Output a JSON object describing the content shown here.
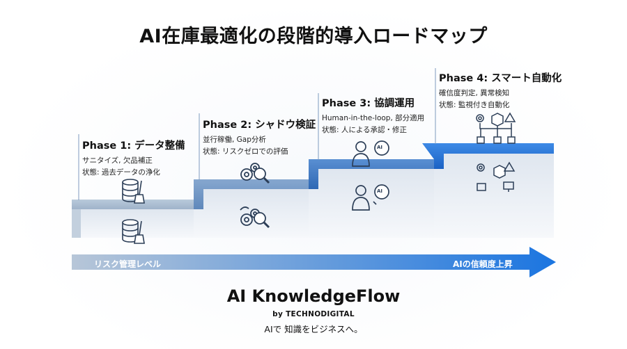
{
  "title": "AI在庫最適化の段階的導入ロードマップ",
  "phases": [
    {
      "title": "Phase 1: データ整備",
      "line1": "サニタイズ, 欠品補正",
      "line2": "状態: 過去データの浄化"
    },
    {
      "title": "Phase 2: シャドウ検証",
      "line1": "並行稼働, Gap分析",
      "line2": "状態: リスクゼロでの評価"
    },
    {
      "title": "Phase 3: 協調運用",
      "line1": "Human-in-the-loop, 部分適用",
      "line2": "状態: 人による承認・修正"
    },
    {
      "title": "Phase 4: スマート自動化",
      "line1": "確信度判定, 異常検知",
      "line2": "状態: 監視付き自動化"
    }
  ],
  "axis": {
    "left_label": "リスク管理レベル",
    "right_label": "AIの信頼度上昇"
  },
  "icons": {
    "phase1": "database-cleaning-icon",
    "phase2": "gears-magnifier-icon",
    "phase3": "person-ai-brain-icon",
    "phase4": "automation-network-icon",
    "ai_badge": "AI"
  },
  "colors": {
    "step1": "#a9bdd4",
    "step2": "#6f96c4",
    "step3": "#3f78c3",
    "step4": "#1f6fd0",
    "arrow_start": "#b7c6d8",
    "arrow_end": "#1b75e0"
  },
  "brand": {
    "name": "AI KnowledgeFlow",
    "by": "by TECHNODIGITAL",
    "tagline": "AIで 知識をビジネスへ。"
  }
}
